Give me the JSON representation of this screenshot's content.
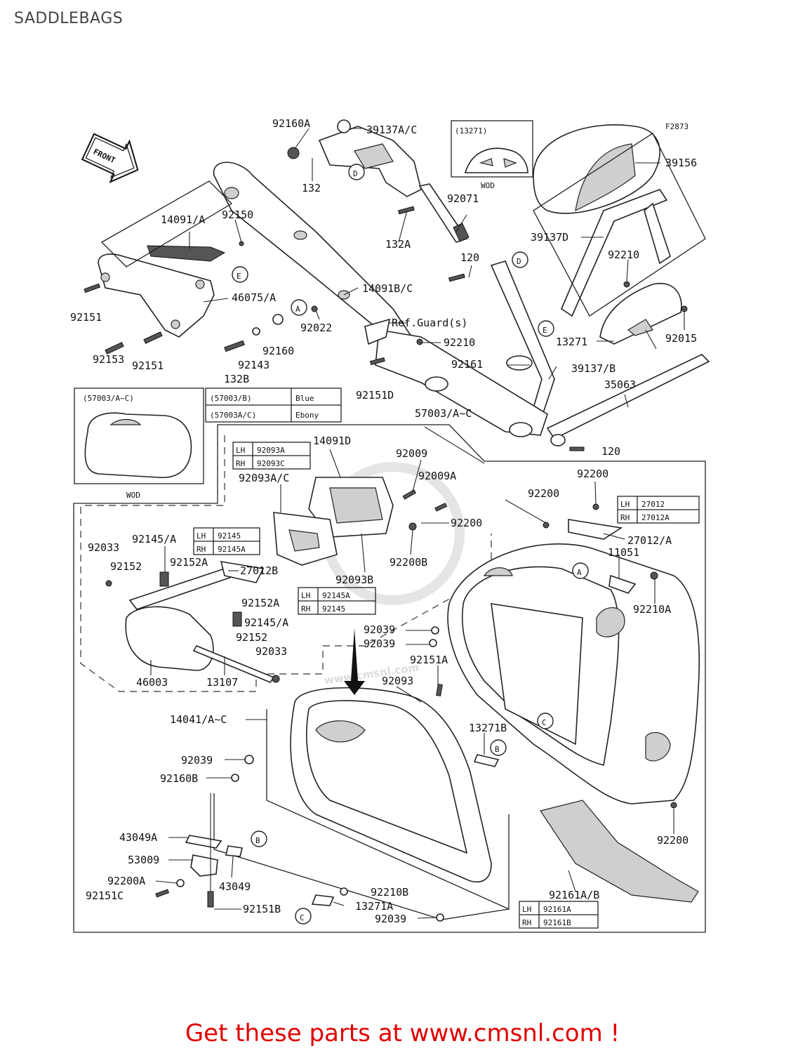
{
  "title": "SADDLEBAGS",
  "figure_code": "F2873",
  "front_label": "FRONT",
  "ref_guard": "Ref.Guard(s)",
  "watermark": "www.cmsnl.com",
  "callouts": {
    "92160A": "92160A",
    "39137AC": "39137A/C",
    "13271_paren": "(13271)",
    "wod_top": "WOD",
    "39156": "39156",
    "132": "132",
    "92071": "92071",
    "132A": "132A",
    "14091A": "14091/A",
    "92150": "92150",
    "39137D": "39137D",
    "120_top": "120",
    "92210_r": "92210",
    "92151_l": "92151",
    "46075A": "46075/A",
    "14091BC": "14091B/C",
    "92022": "92022",
    "13271": "13271",
    "92015": "92015",
    "92151_b": "92151",
    "92153": "92153",
    "132B": "132B",
    "92143": "92143",
    "92160": "92160",
    "92210_m": "92210",
    "92161": "92161",
    "39137B": "39137/B",
    "35063": "35063",
    "92151D": "92151D",
    "57003AC": "57003/A~C",
    "120_b": "120",
    "57003_paren": "(57003/A~C)",
    "wod_left": "WOD",
    "14091D": "14091D",
    "92009": "92009",
    "92093AC": "92093A/C",
    "92009A": "92009A",
    "92200_a": "92200",
    "92200_b": "92200",
    "92200_c": "92200",
    "92200B": "92200B",
    "92093B": "92093B",
    "27012A": "27012/A",
    "11051": "11051",
    "92210A": "92210A",
    "92033_a": "92033",
    "92145A_a": "92145/A",
    "92152_a": "92152",
    "92152A_a": "92152A",
    "27012B": "27012B",
    "92152A_b": "92152A",
    "92145A_b": "92145/A",
    "92152_b": "92152",
    "92033_b": "92033",
    "46003": "46003",
    "13107": "13107",
    "92039_a": "92039",
    "92039_b": "92039",
    "92151A": "92151A",
    "92093": "92093",
    "14041AC": "14041/A~C",
    "13271B": "13271B",
    "92039_c": "92039",
    "92160B": "92160B",
    "92200_d": "92200",
    "43049A": "43049A",
    "53009": "53009",
    "43049": "43049",
    "92200A": "92200A",
    "92151C": "92151C",
    "92151B": "92151B",
    "92210B": "92210B",
    "13271A": "13271A",
    "92039_d": "92039",
    "92161AB": "92161A/B"
  },
  "markers": {
    "A": "A",
    "B": "B",
    "C": "C",
    "D": "D",
    "E": "E"
  },
  "tables": {
    "color": [
      [
        "(57003/B)",
        "Blue"
      ],
      [
        "(57003A/C)",
        "Ebony"
      ]
    ],
    "t92093": [
      [
        "LH",
        "92093A"
      ],
      [
        "RH",
        "92093C"
      ]
    ],
    "t92145": [
      [
        "LH",
        "92145"
      ],
      [
        "RH",
        "92145A"
      ]
    ],
    "t92145b": [
      [
        "LH",
        "92145A"
      ],
      [
        "RH",
        "92145"
      ]
    ],
    "t27012": [
      [
        "LH",
        "27012"
      ],
      [
        "RH",
        "27012A"
      ]
    ],
    "t92161": [
      [
        "LH",
        "92161A"
      ],
      [
        "RH",
        "92161B"
      ]
    ]
  },
  "footer": "Get these parts at www.cmsnl.com !"
}
